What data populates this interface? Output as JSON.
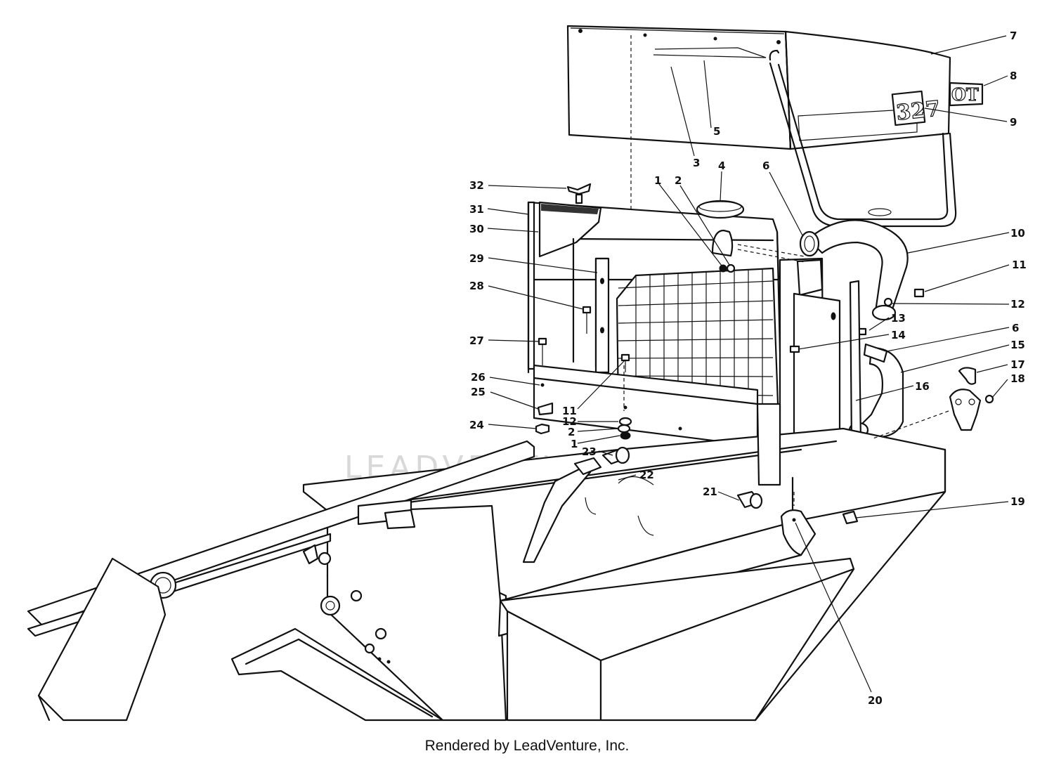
{
  "decals": {
    "model_number": "327",
    "brand_fragment": "OT"
  },
  "watermark": "LEADVENTURE",
  "footer": {
    "credit": "Rendered by LeadVenture, Inc."
  },
  "callouts": [
    {
      "id": "7",
      "label": "7"
    },
    {
      "id": "8",
      "label": "8"
    },
    {
      "id": "9",
      "label": "9"
    },
    {
      "id": "5",
      "label": "5"
    },
    {
      "id": "3",
      "label": "3"
    },
    {
      "id": "4",
      "label": "4"
    },
    {
      "id": "6a",
      "label": "6"
    },
    {
      "id": "1a",
      "label": "1"
    },
    {
      "id": "2a",
      "label": "2"
    },
    {
      "id": "32",
      "label": "32"
    },
    {
      "id": "31",
      "label": "31"
    },
    {
      "id": "30",
      "label": "30"
    },
    {
      "id": "29",
      "label": "29"
    },
    {
      "id": "28",
      "label": "28"
    },
    {
      "id": "27",
      "label": "27"
    },
    {
      "id": "26",
      "label": "26"
    },
    {
      "id": "25",
      "label": "25"
    },
    {
      "id": "24",
      "label": "24"
    },
    {
      "id": "10",
      "label": "10"
    },
    {
      "id": "11a",
      "label": "11"
    },
    {
      "id": "12a",
      "label": "12"
    },
    {
      "id": "13",
      "label": "13"
    },
    {
      "id": "6b",
      "label": "6"
    },
    {
      "id": "14",
      "label": "14"
    },
    {
      "id": "15",
      "label": "15"
    },
    {
      "id": "16",
      "label": "16"
    },
    {
      "id": "17",
      "label": "17"
    },
    {
      "id": "18",
      "label": "18"
    },
    {
      "id": "11b",
      "label": "11"
    },
    {
      "id": "12b",
      "label": "12"
    },
    {
      "id": "2b",
      "label": "2"
    },
    {
      "id": "1b",
      "label": "1"
    },
    {
      "id": "23",
      "label": "23"
    },
    {
      "id": "22",
      "label": "22"
    },
    {
      "id": "21",
      "label": "21"
    },
    {
      "id": "19",
      "label": "19"
    },
    {
      "id": "20",
      "label": "20"
    }
  ]
}
